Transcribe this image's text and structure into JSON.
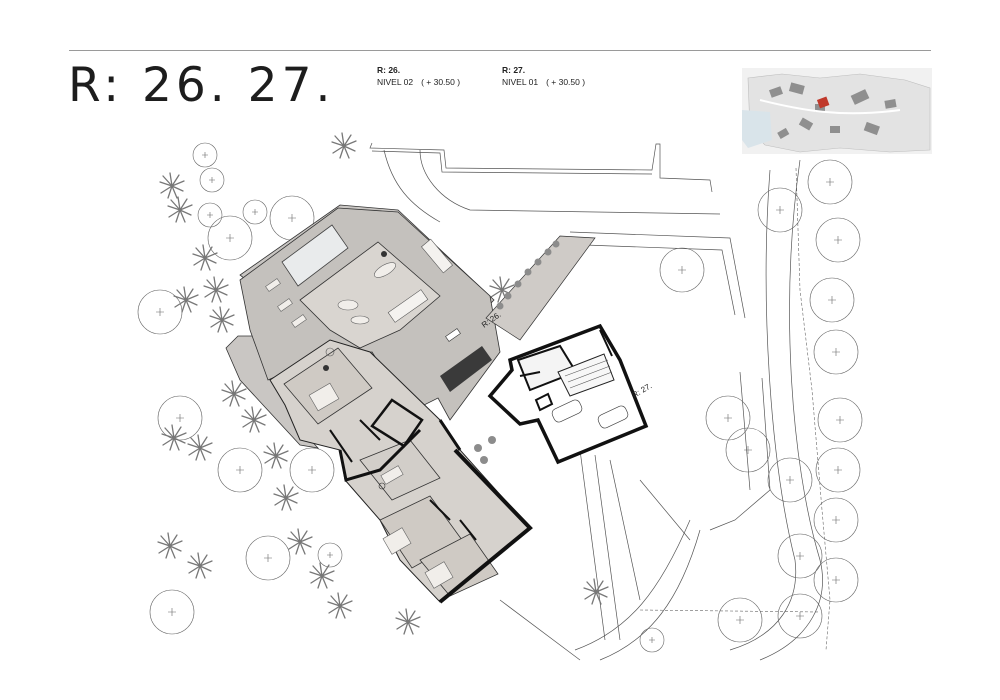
{
  "header": {
    "title": "R: 26. 27.",
    "units": [
      {
        "code": "R: 26.",
        "level": "NIVEL 02",
        "elevation": "( + 30.50 )"
      },
      {
        "code": "R: 27.",
        "level": "NIVEL 01",
        "elevation": "( + 30.50 )"
      }
    ]
  },
  "plan": {
    "labels": {
      "unit_26": "R: 26.",
      "unit_27": "R: 27."
    }
  },
  "colors": {
    "floor_fill": "#c7c4c1",
    "interior_fill": "#d8d4cf",
    "wall": "#1a1a1a",
    "highlight": "#c0392b"
  }
}
